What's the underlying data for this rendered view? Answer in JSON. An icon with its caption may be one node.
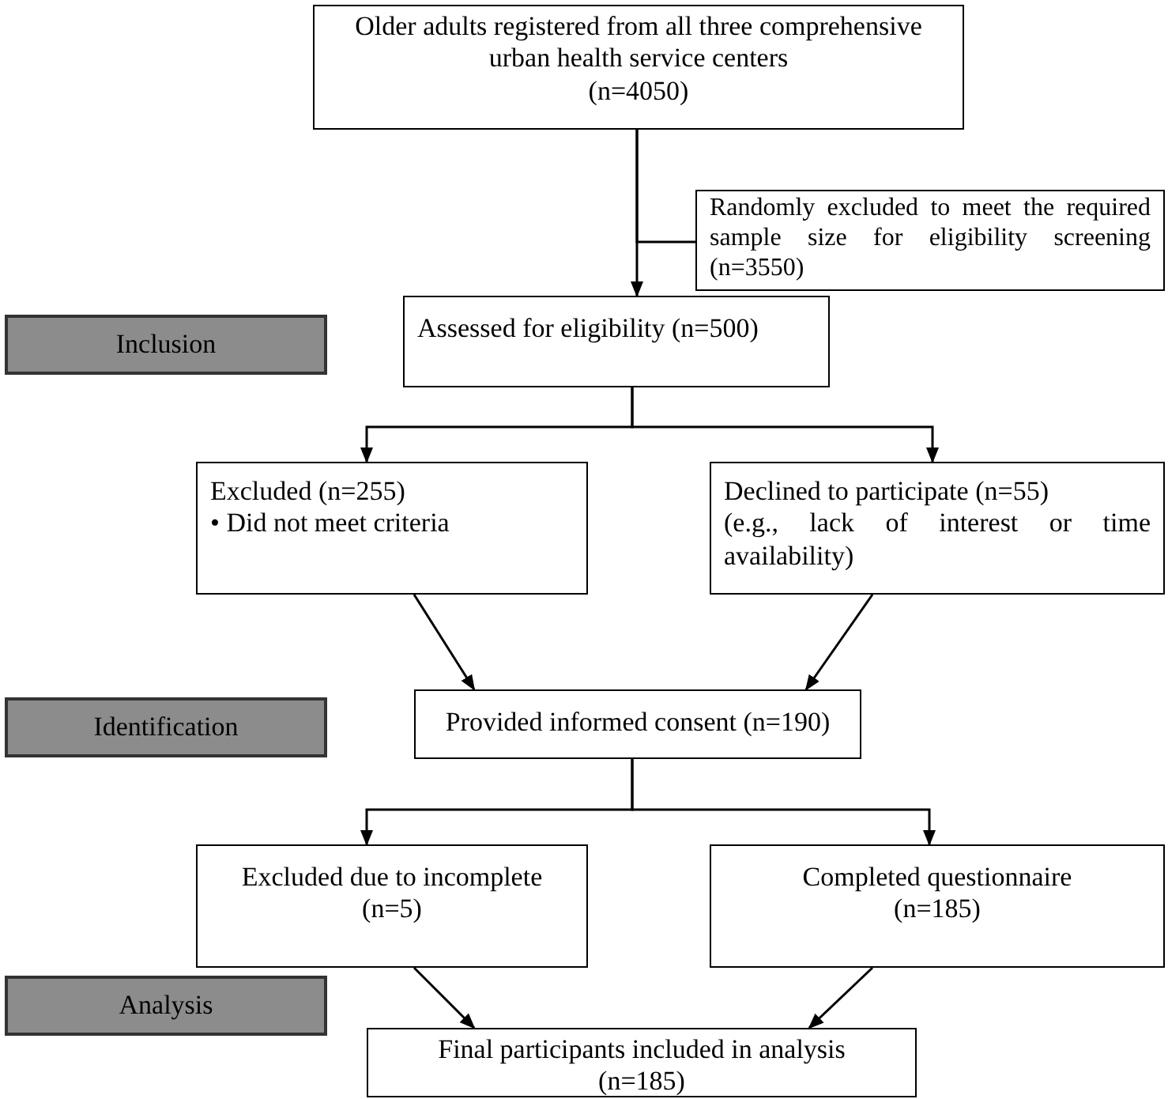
{
  "diagram": {
    "nodes": [
      {
        "text": [
          "Older adults registered from all three comprehensive urban health service centers",
          "(n=4050)"
        ]
      },
      {
        "text": [
          "Randomly excluded to meet the required sample size for eligibility screening (n=3550)"
        ]
      },
      {
        "text": [
          "Inclusion"
        ]
      },
      {
        "text": [
          "Assessed for eligibility (n=500)"
        ]
      },
      {
        "text": [
          "Excluded (n=255)",
          "• Did not meet criteria"
        ]
      },
      {
        "text": [
          "Declined to participate (n=55)",
          "(e.g., lack of interest or time availability)"
        ]
      },
      {
        "text": [
          "Identification"
        ]
      },
      {
        "text": [
          "Provided informed consent (n=190)"
        ]
      },
      {
        "text": [
          "Excluded due to incomplete",
          "(n=5)"
        ]
      },
      {
        "text": [
          "Completed questionnaire",
          "(n=185)"
        ]
      },
      {
        "text": [
          "Analysis"
        ]
      },
      {
        "text": [
          "Final participants included in analysis",
          "(n=185)"
        ]
      }
    ],
    "edges": [
      {
        "from": 0,
        "to": 3,
        "arrow": "to"
      },
      {
        "from": 0,
        "to": 1,
        "arrow": "none"
      },
      {
        "from": 3,
        "to": 4,
        "arrow": "to"
      },
      {
        "from": 3,
        "to": 5,
        "arrow": "to"
      },
      {
        "from": 4,
        "to": 7,
        "arrow": "to"
      },
      {
        "from": 5,
        "to": 7,
        "arrow": "to"
      },
      {
        "from": 7,
        "to": 8,
        "arrow": "to"
      },
      {
        "from": 7,
        "to": 9,
        "arrow": "to"
      },
      {
        "from": 8,
        "to": 11,
        "arrow": "to"
      },
      {
        "from": 9,
        "to": 11,
        "arrow": "to"
      }
    ]
  }
}
